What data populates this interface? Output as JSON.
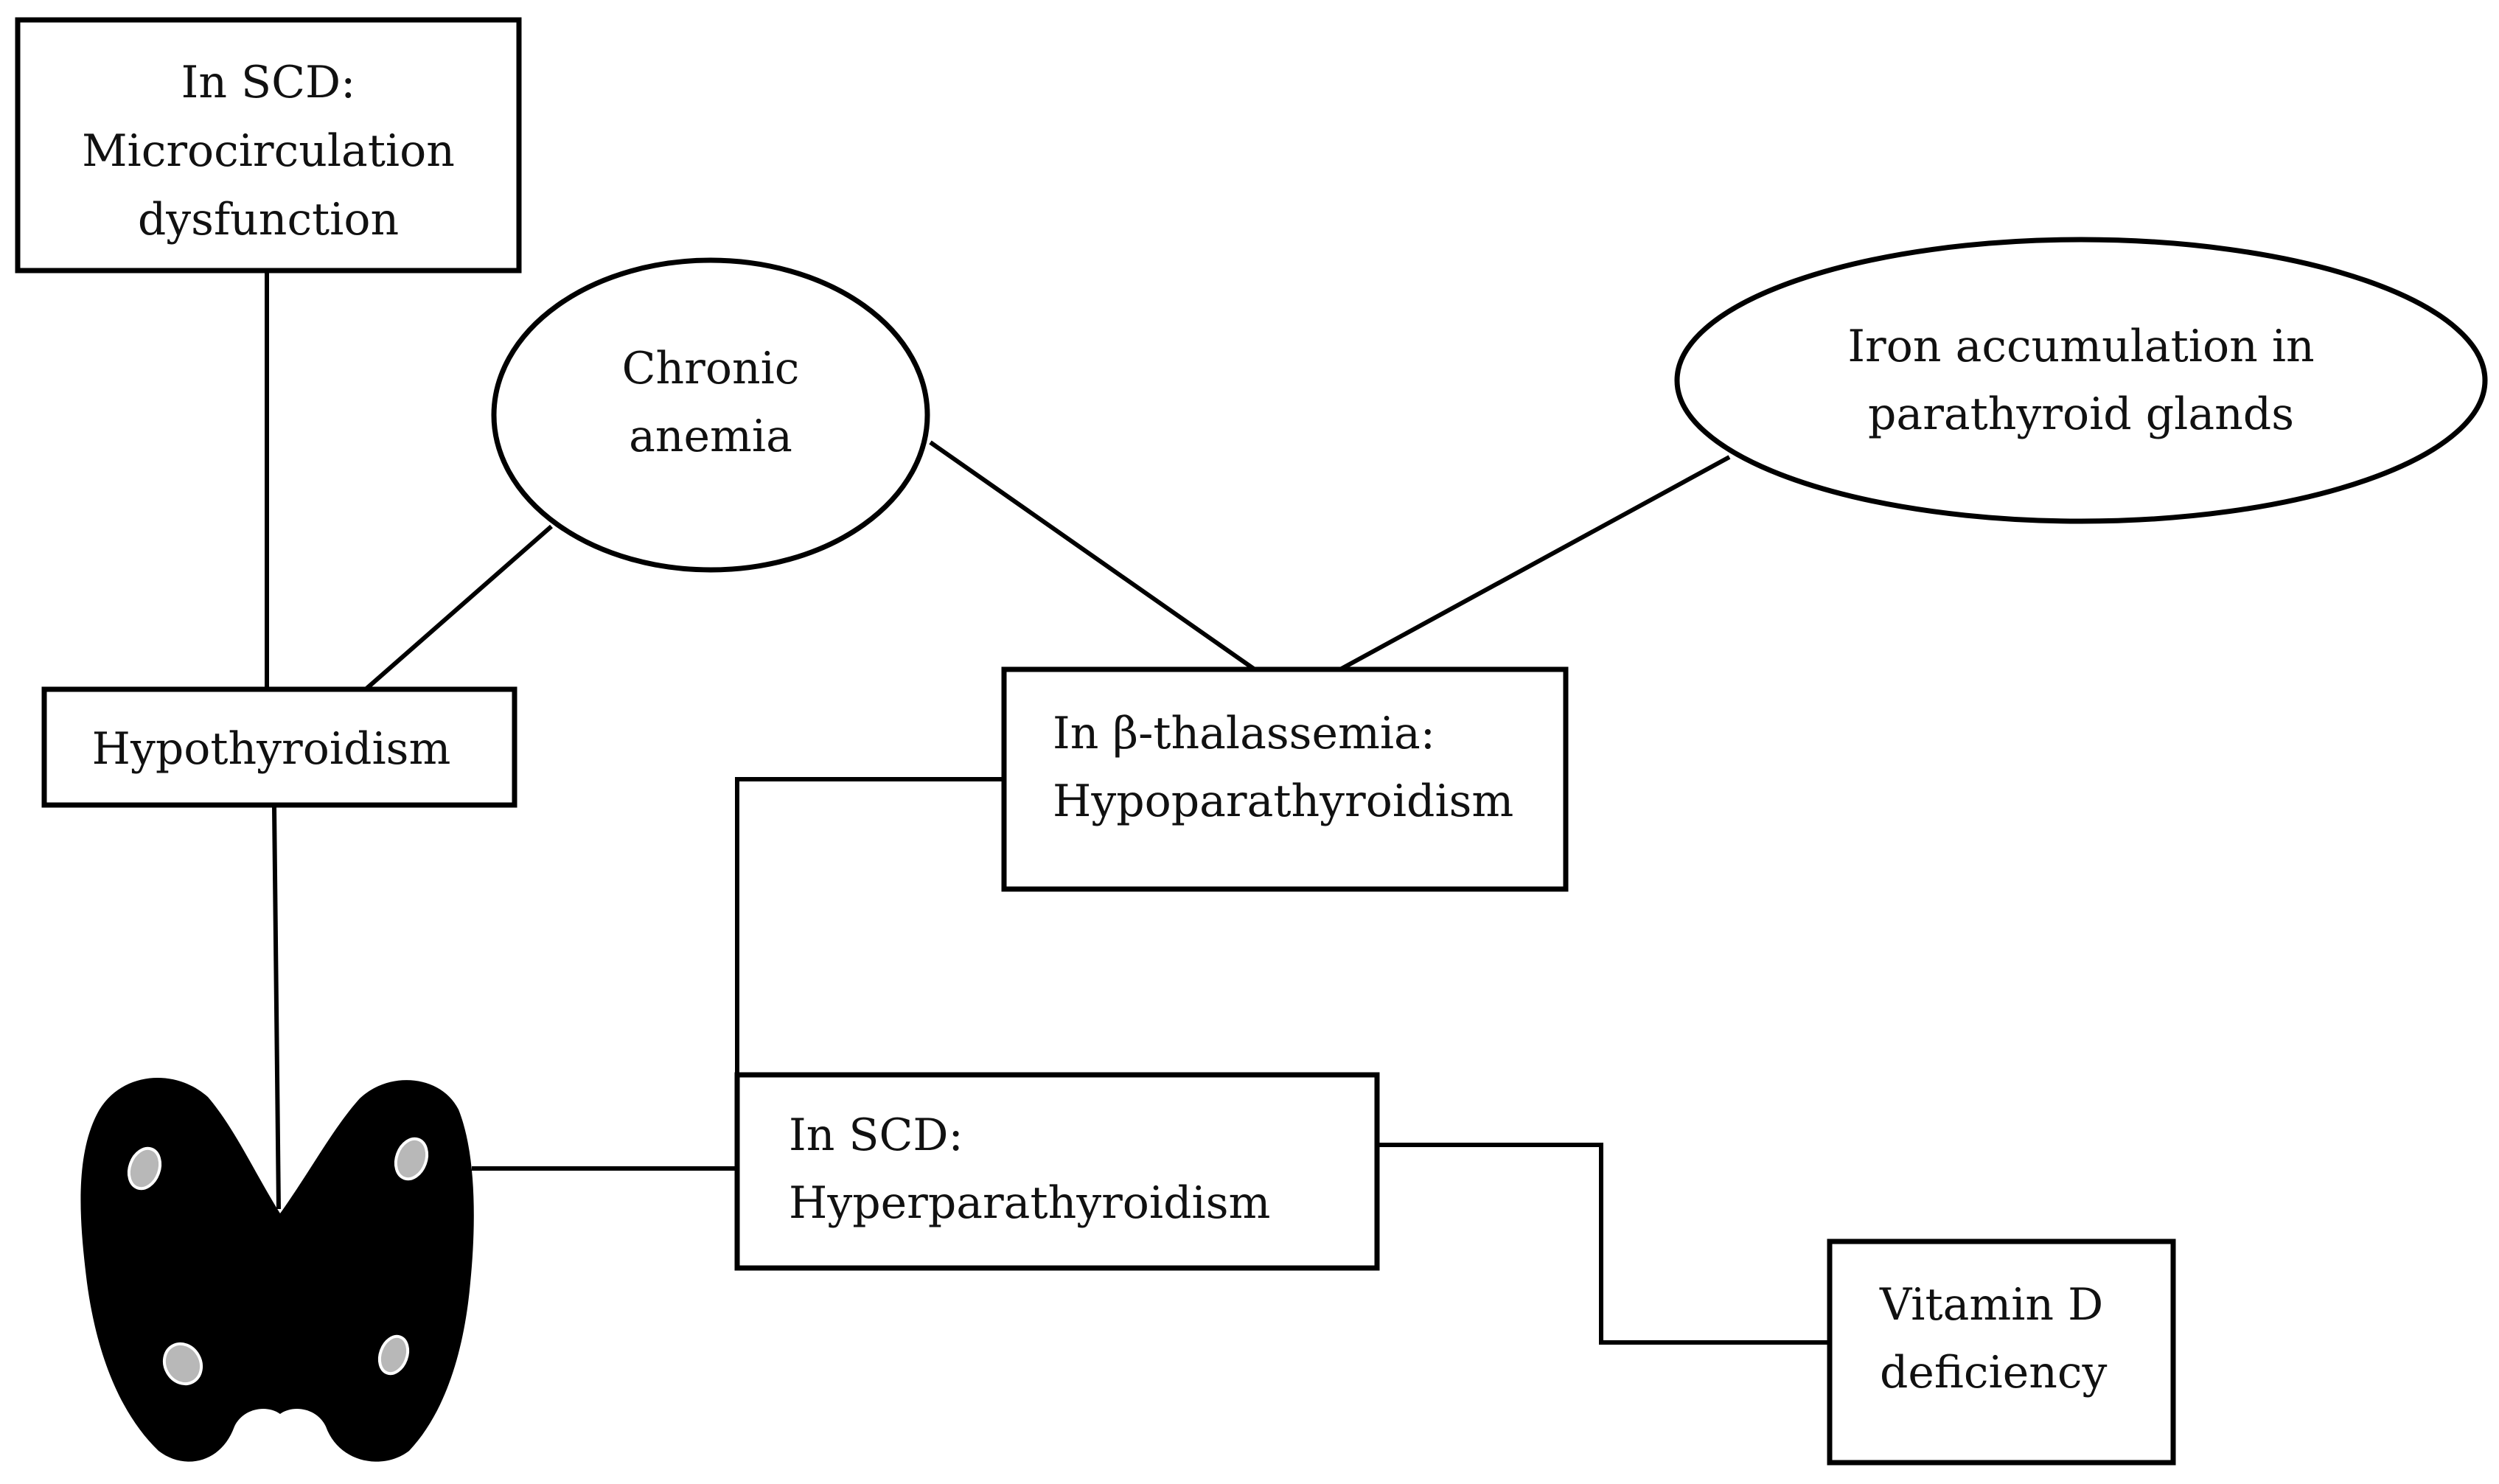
{
  "nodes": {
    "scd_microcirculation": {
      "line1": "In SCD:",
      "line2": "Microcirculation",
      "line3": "dysfunction"
    },
    "chronic_anemia": {
      "line1": "Chronic",
      "line2": "anemia"
    },
    "iron_accumulation": {
      "line1": "Iron accumulation in",
      "line2": "parathyroid glands"
    },
    "hypothyroidism": {
      "line1": "Hypothyroidism"
    },
    "beta_thal_hypoparathyroidism": {
      "line1": "In β-thalassemia:",
      "line2": "Hypoparathyroidism"
    },
    "scd_hyperparathyroidism": {
      "line1": "In SCD:",
      "line2": "Hyperparathyroidism"
    },
    "vitamin_d_deficiency": {
      "line1": "Vitamin D",
      "line2": "deficiency"
    }
  },
  "icons": {
    "thyroid": "thyroid-gland-icon"
  },
  "colors": {
    "stroke": "#000000",
    "background": "#ffffff",
    "parathyroid_spot": "#b8b8b8"
  }
}
